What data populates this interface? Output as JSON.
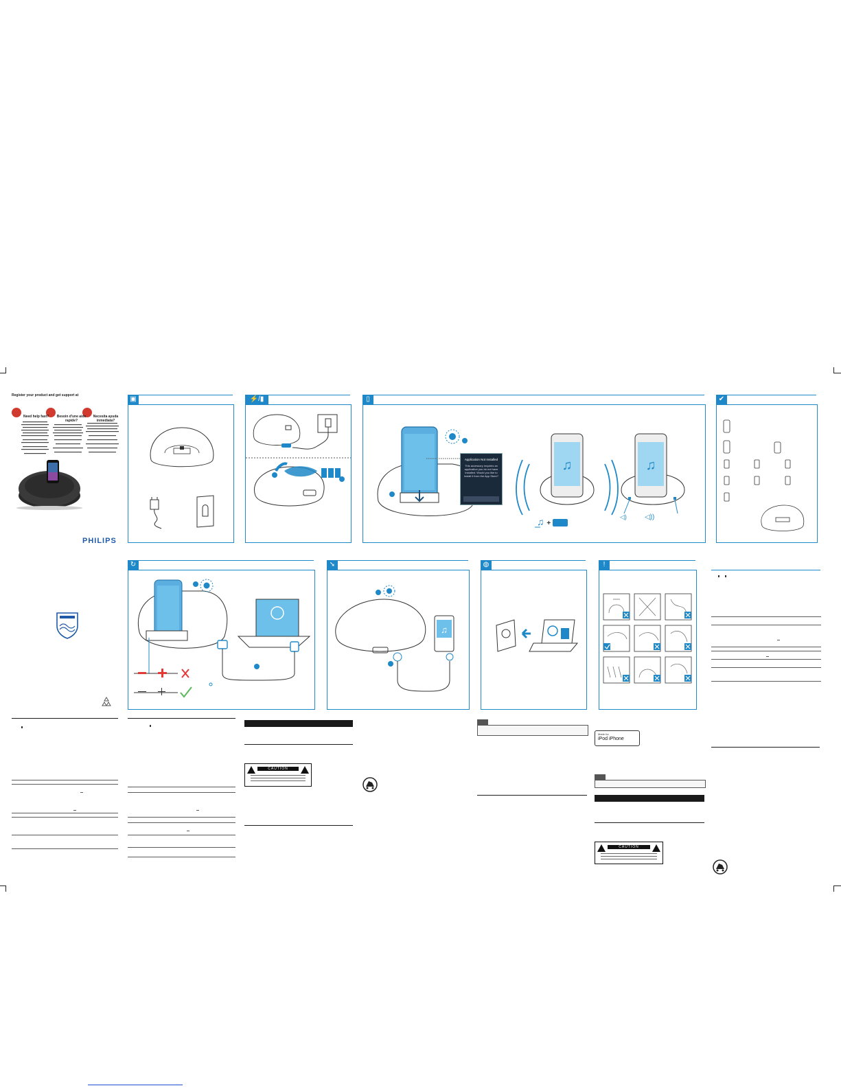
{
  "cover": {
    "register_line": "Register your product and get support at",
    "brand": "PHILIPS",
    "col1": {
      "heading": "Need help fast?"
    },
    "col2": {
      "heading": "Besoin d'une aide rapide?"
    },
    "col3": {
      "heading": "Necesita ayuda inmediata?"
    }
  },
  "dialog": {
    "title": "Application Not Installed",
    "body": "This accessory requires an application you do not have installed. Would you like to install it from the App Store?"
  },
  "labels": {
    "caution": "CAUTION",
    "music": "♫",
    "mfi_made_for": "Made for",
    "mfi_ipod": "iPod",
    "mfi_iphone": "iPhone"
  },
  "icons": {
    "box": "box-icon",
    "power_battery": "plug-battery-icon",
    "phone": "phone-icon",
    "check": "check-icon",
    "sync": "sync-icon",
    "audio_in": "audio-in-icon",
    "globe": "globe-icon",
    "warning": "warning-icon"
  },
  "colors": {
    "accent": "#1e88c8",
    "screen": "#6cc0ea",
    "badge_red": "#d13a2f",
    "ok_green": "#5cb85c",
    "no_red": "#e53935"
  }
}
